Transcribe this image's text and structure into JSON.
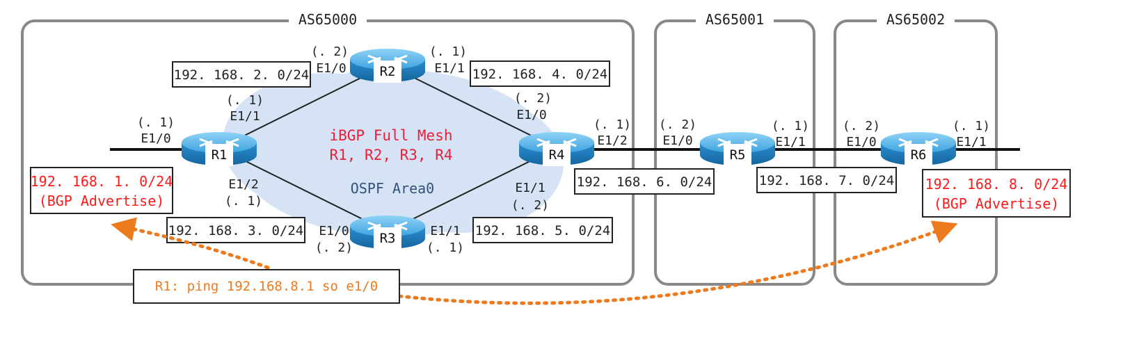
{
  "as_domains": [
    {
      "id": "as65000",
      "label": "AS65000"
    },
    {
      "id": "as65001",
      "label": "AS65001"
    },
    {
      "id": "as65002",
      "label": "AS65002"
    }
  ],
  "center_text": {
    "line1": "iBGP Full Mesh",
    "line2": "R1, R2, R3, R4",
    "line3": "OSPF Area0"
  },
  "routers": [
    {
      "id": "r1",
      "label": "R1"
    },
    {
      "id": "r2",
      "label": "R2"
    },
    {
      "id": "r3",
      "label": "R3"
    },
    {
      "id": "r4",
      "label": "R4"
    },
    {
      "id": "r5",
      "label": "R5"
    },
    {
      "id": "r6",
      "label": "R6"
    }
  ],
  "subnets": [
    {
      "id": "net-2",
      "label": "192. 168. 2. 0/24"
    },
    {
      "id": "net-3",
      "label": "192. 168. 3. 0/24"
    },
    {
      "id": "net-4",
      "label": "192. 168. 4. 0/24"
    },
    {
      "id": "net-5",
      "label": "192. 168. 5. 0/24"
    },
    {
      "id": "net-6",
      "label": "192. 168. 6. 0/24"
    },
    {
      "id": "net-7",
      "label": "192. 168. 7. 0/24"
    }
  ],
  "advertised": [
    {
      "id": "adv-1",
      "net": "192. 168. 1. 0/24",
      "note": "(BGP Advertise)"
    },
    {
      "id": "adv-8",
      "net": "192. 168. 8. 0/24",
      "note": "(BGP Advertise)"
    }
  ],
  "interfaces": {
    "r1_lan_ip": "(. 1)",
    "r1_lan_if": "E1/0",
    "r1_r2_ip": "(. 1)",
    "r1_r2_if": "E1/1",
    "r1_r3_if": "E1/2",
    "r1_r3_ip": "(. 1)",
    "r2_r1_ip": "(. 2)",
    "r2_r1_if": "E1/0",
    "r2_r4_ip": "(. 1)",
    "r2_r4_if": "E1/1",
    "r4_r2_ip": "(. 2)",
    "r4_r2_if": "E1/0",
    "r4_r5_ip": "(. 1)",
    "r4_r5_if": "E1/2",
    "r4_r3_if": "E1/1",
    "r4_r3_ip": "(. 2)",
    "r3_r1_if": "E1/0",
    "r3_r1_ip": "(. 2)",
    "r3_r4_if": "E1/1",
    "r3_r4_ip": "(. 1)",
    "r5_r4_ip": "(. 2)",
    "r5_r4_if": "E1/0",
    "r5_r6_ip": "(. 1)",
    "r5_r6_if": "E1/1",
    "r6_r5_ip": "(. 2)",
    "r6_r5_if": "E1/0",
    "r6_lan_ip": "(. 1)",
    "r6_lan_if": "E1/1"
  },
  "command": "R1: ping 192.168.8.1 so e1/0",
  "colors": {
    "as_border": "#888888",
    "ospf_fill": "#d5e3f5",
    "router_body": "#1f7fbf",
    "router_top": "#5fb8ea",
    "advertise_text": "#ff1a1a",
    "command_text": "#ee7a1e",
    "arrow": "#ee7a1e"
  }
}
